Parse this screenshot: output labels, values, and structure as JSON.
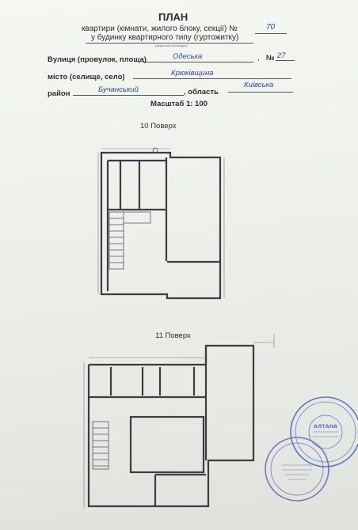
{
  "header": {
    "title": "ПЛАН",
    "line1_prefix": "квартири (кімнати, жилого блоку, секції) №",
    "apartment_no": "70",
    "line2": "у будинку квартирного типу (гуртожитку)",
    "hint": "(зазначити необхідне)"
  },
  "address": {
    "street_label": "Вулиця (провулок, площа)",
    "street_value": "Одеська",
    "house_label": "№",
    "house_value": "27",
    "city_label": "місто (селище, село)",
    "city_value": "Крюківщина",
    "district_label": "район",
    "district_value": "Бучанський",
    "oblast_label": ", область",
    "oblast_value": "Київська"
  },
  "scale": "Масштаб 1: 100",
  "floors": [
    {
      "title": "10 Поверх"
    },
    {
      "title": "11 Поверх"
    }
  ],
  "stamps": [
    {
      "org": "АЛТАНА",
      "kind": "round-blue"
    },
    {
      "kind": "round-purple"
    }
  ],
  "colors": {
    "ink": "#2a2d33",
    "stamp_blue": "#4a63b8",
    "stamp_purple": "#6a56b0"
  }
}
